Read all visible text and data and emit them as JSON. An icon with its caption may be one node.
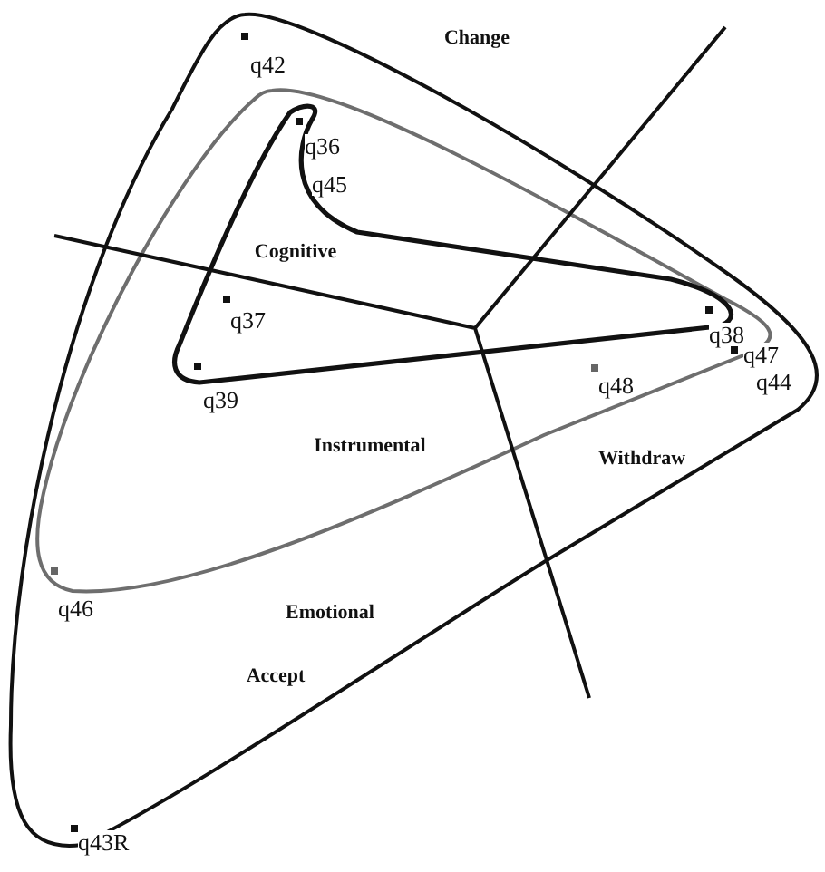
{
  "diagram": {
    "labels": [
      "Change",
      "q42",
      "q36",
      "q45",
      "Cognitive",
      "q37",
      "q38",
      "q47",
      "q39",
      "q44",
      "q48",
      "Instrumental",
      "Withdraw",
      "q46",
      "Emotional",
      "Accept",
      "q43R"
    ]
  }
}
